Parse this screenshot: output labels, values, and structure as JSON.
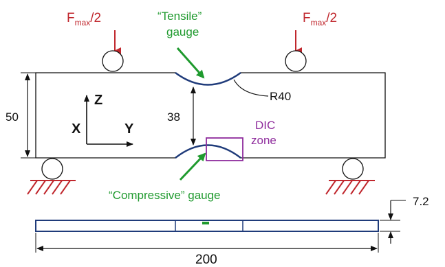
{
  "loads": {
    "left": {
      "f": "F",
      "sub": "max",
      "suffix": "/2"
    },
    "right": {
      "f": "F",
      "sub": "max",
      "suffix": "/2"
    }
  },
  "labels": {
    "tensile_line1": "“Tensile”",
    "tensile_line2": "gauge",
    "compressive": "“Compressive” gauge",
    "radius": "R40",
    "dic_line1": "DIC",
    "dic_line2": "zone",
    "axis_z": "Z",
    "axis_x": "X",
    "axis_y": "Y"
  },
  "dimensions": {
    "height": "50",
    "neck": "38",
    "thickness": "7.2",
    "length": "200"
  },
  "colors": {
    "load": "#c0272d",
    "gauge": "#1f9a2e",
    "dic": "#8e2b9c",
    "specimen_edge": "#1f3b7a",
    "support": "#c0272d",
    "outline": "#111111"
  }
}
